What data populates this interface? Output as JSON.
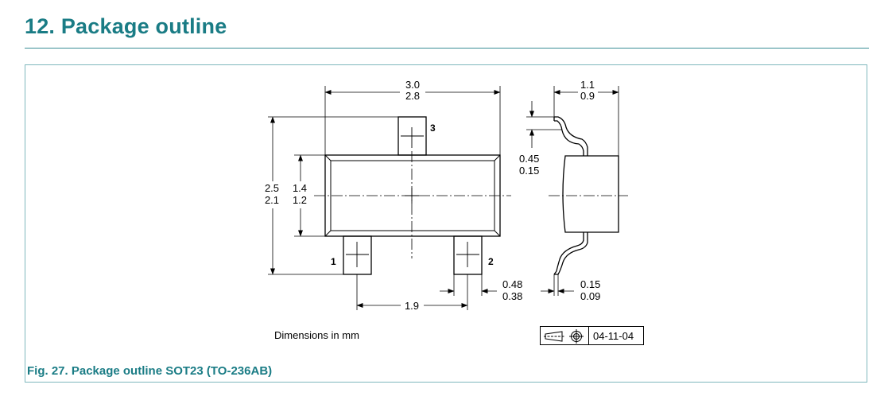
{
  "section": {
    "number": "12.",
    "title": "Package outline"
  },
  "figure": {
    "caption": "Fig. 27.  Package outline SOT23 (TO-236AB)",
    "units_note": "Dimensions in mm",
    "issue_date": "04-11-04",
    "symbols": [
      "projection-symbol-icon",
      "crosshair-circle-icon"
    ]
  },
  "drawing": {
    "pins": {
      "p1": "1",
      "p2": "2",
      "p3": "3"
    },
    "dims": {
      "width_max": "3.0",
      "width_min": "2.8",
      "height_max": "2.5",
      "height_min": "2.1",
      "body_max": "1.4",
      "body_min": "1.2",
      "pitch": "1.9",
      "lead_w_max": "0.48",
      "lead_w_min": "0.38",
      "thick_max": "1.1",
      "thick_min": "0.9",
      "foot_max": "0.45",
      "foot_min": "0.15",
      "lead_t_max": "0.15",
      "lead_t_min": "0.09"
    }
  }
}
